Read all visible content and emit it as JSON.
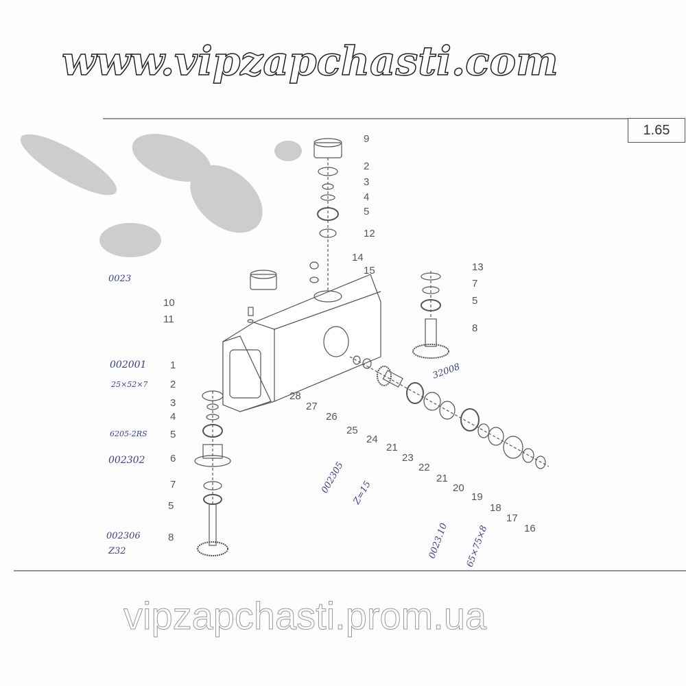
{
  "page_number": "1.65",
  "watermarks": {
    "top": "www.vipzapchasti.com",
    "bottom": "vipzapchasti.prom.ua"
  },
  "callouts": {
    "top_column": [
      "9",
      "2",
      "3",
      "4",
      "5",
      "12",
      "14",
      "15"
    ],
    "right_column": [
      "13",
      "7",
      "5",
      "8"
    ],
    "left_upper": [
      "10",
      "11"
    ],
    "left_column": [
      "1",
      "2",
      "3",
      "4",
      "5",
      "6",
      "7",
      "5",
      "8"
    ],
    "diagonal": [
      "28",
      "27",
      "26",
      "25",
      "24",
      "21",
      "23",
      "22",
      "21",
      "20",
      "19",
      "18",
      "17",
      "16"
    ]
  },
  "handwritten_notes": {
    "n_0023": "0023",
    "n_002001": "002001",
    "n_25x52x7": "25×52×7",
    "n_6205": "6205-2RS",
    "n_002302": "002302",
    "n_002306": "002306",
    "n_z32": "Z32",
    "n_32008": "32008",
    "n_002305": "002305",
    "n_z15": "Z=15",
    "n_0023_10": "0023.10",
    "n_65x75x8": "65×75×8"
  }
}
